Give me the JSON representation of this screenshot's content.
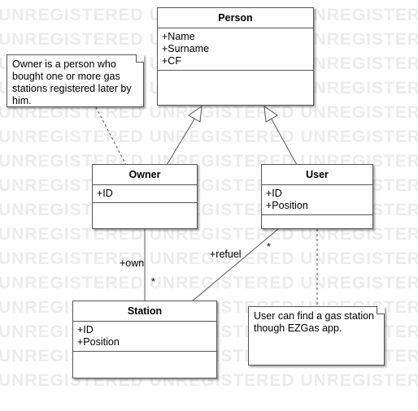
{
  "watermark": "UNREGISTERED UNREGISTERED UNREGISTERED UNREGISTERED",
  "classes": {
    "person": {
      "name": "Person",
      "attributes": [
        "+Name",
        "+Surname",
        "+CF"
      ]
    },
    "owner": {
      "name": "Owner",
      "attributes": [
        "+ID"
      ]
    },
    "user": {
      "name": "User",
      "attributes": [
        "+ID",
        "+Position"
      ]
    },
    "station": {
      "name": "Station",
      "attributes": [
        "+ID",
        "+Position"
      ]
    }
  },
  "notes": {
    "owner_note": "Owner is a person who bought one or more gas stations registered later by him.",
    "user_note": "User can find a gas station though EZGas app."
  },
  "associations": {
    "own": {
      "role": "+own",
      "multiplicity": "*"
    },
    "refuel": {
      "role": "+refuel",
      "multiplicity": "*"
    }
  },
  "colors": {
    "line": "#555555",
    "watermark": "#ececec"
  }
}
